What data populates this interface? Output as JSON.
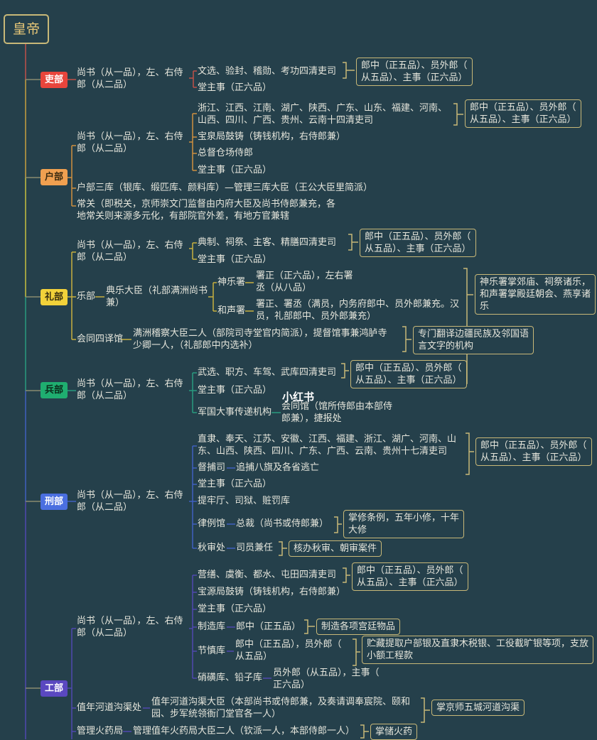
{
  "root": "皇帝",
  "colors": {
    "background": "#25404b",
    "box_border": "#c8b878",
    "li": "#e8453c",
    "hu": "#f0a050",
    "lib": "#f2d23a",
    "bing": "#1fae70",
    "xing": "#4a6fe0",
    "gong": "#5a48c0"
  },
  "watermark": "小红书",
  "common": {
    "shangshu": [
      "尚书（从一品），左、右侍",
      "郎（从二品）"
    ],
    "langzhong": [
      "郎中（正五品）、员外郎（",
      "从五品）、主事（正六品）"
    ],
    "tangzhushi": "堂主事（正六品）"
  },
  "li": {
    "name": "吏部",
    "si": "文选、验封、稽勋、考功四清吏司"
  },
  "hu": {
    "name": "户部",
    "si": [
      "浙江、江西、江南、湖广、陕西、广东、山东、福建、河南、",
      "山西、四川、广西、贵州、云南十四清吏司"
    ],
    "baoquan": "宝泉局鼓铸（铸钱机构，右侍郎兼）",
    "cangchang": "总督仓场侍郎",
    "sanku": "户部三库（银库、缎匹库、颜料库）—管理三库大臣（王公大臣里简派）",
    "changguan": [
      "常关（即税关，京师崇文门监督由内府大臣及尚书侍郎兼充，各",
      "地常关则来源多元化，有部院官外差，有地方官兼辖"
    ]
  },
  "lib": {
    "name": "礼部",
    "si": "典制、祠祭、主客、精膳四清吏司",
    "yuebu": "乐部",
    "dianyue": [
      "典乐大臣（礼部满洲尚书",
      "兼）"
    ],
    "shenyue": "神乐署",
    "shenyue_detail": [
      "署正（正六品），左右署",
      "丞（从八品）"
    ],
    "hesheng": "和声署",
    "hesheng_detail": [
      "署正、署丞（满员，内务府郎中、员外郎兼充。汉",
      "员，礼部郎中、员外郎兼充）"
    ],
    "yuebu_note": [
      "神乐署掌郊庙、祠祭诸乐，",
      "和声署掌殿廷朝会、燕享诸",
      "乐"
    ],
    "siyi": "会同四译馆",
    "siyi_detail": [
      "满洲稽察大臣二人（部院司寺堂官内简派），提督馆事兼鸿胪寺",
      "少卿一人，（礼部郎中内选补）"
    ],
    "siyi_note": [
      "专门翻译边疆民族及邻国语",
      "言文字的机构"
    ]
  },
  "bing": {
    "name": "兵部",
    "si": "武选、职方、车驾、武库四清吏司",
    "junguo": "军国大事传递机构",
    "junguo_detail": [
      "会同馆（馆所侍郎由本部侍",
      "郎兼），捷报处"
    ]
  },
  "xing": {
    "name": "刑部",
    "si": [
      "直隶、奉天、江苏、安徽、江西、福建、浙江、湖广、河南、山",
      "东、山西、陕西、四川、广东、广西、云南、贵州十七清吏司"
    ],
    "dubu": "督捕司",
    "dubu_detail": "追捕八旗及各省逃亡",
    "tilao": "提牢厅、司狱、赃罚库",
    "lvli": "律例馆",
    "lvli_detail": "总裁（尚书或侍郎兼）",
    "lvli_note": [
      "掌修条例，五年小修，十年",
      "大修"
    ],
    "qiushen": "秋审处",
    "qiushen_detail": "司员兼任",
    "qiushen_note": "核办秋审、朝审案件"
  },
  "gong": {
    "name": "工部",
    "si": "营缮、虞衡、都水、屯田四清吏司",
    "baoyuan": "宝源局鼓铸（铸钱机构，右侍郎兼）",
    "zhizao": "制造库",
    "zhizao_detail": "郎中（正五品）",
    "zhizao_note": "制造各项宫廷物品",
    "jieshen": "节慎库",
    "jieshen_detail": [
      "郎中（正五品），员外郎（",
      "从五品）"
    ],
    "jieshen_note": [
      "贮藏提取户部银及直隶木税银、工役截旷银等项，支放",
      "小额工程款"
    ],
    "xiaohuang": "硝磺库、铅子库",
    "xiaohuang_detail": [
      "员外郎（从五品），主事（",
      "正六品）"
    ],
    "hedao": "值年河道沟渠处",
    "hedao_detail": [
      "值年河道沟渠大臣（本部尚书或侍郎兼，及奏请调奉宸院、颐和",
      "园、步军统领衙门堂官各一人）"
    ],
    "hedao_note": "掌京师五城河道沟渠",
    "huoyao": "管理火药局",
    "huoyao_detail": "管理值年火药局大臣二人（钦派一人，本部侍郎一人）",
    "huoyao_note": "掌储火药"
  }
}
